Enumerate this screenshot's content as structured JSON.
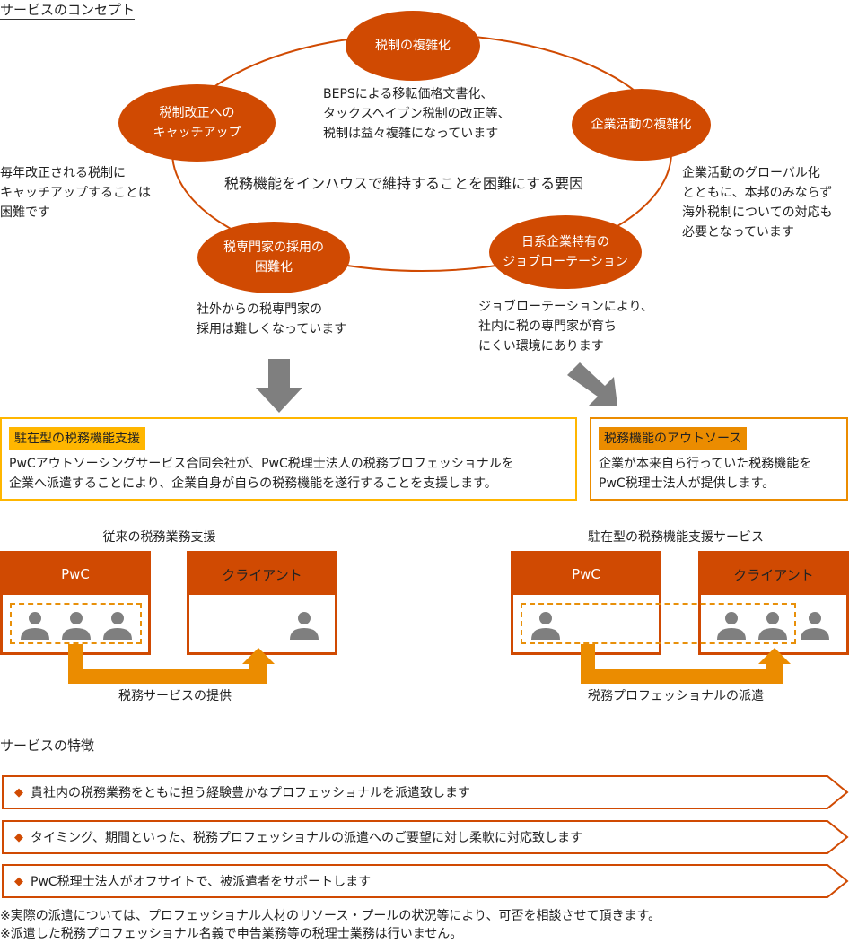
{
  "concept": {
    "heading": "サービスのコンセプト",
    "center_label": "税務機能をインハウスで維持することを困難にする要因",
    "factors": [
      {
        "label": "税制の複雑化",
        "description": "BEPSによる移転価格文書化、\nタックスヘイブン税制の改正等、\n税制は益々複雑になっています"
      },
      {
        "label": "企業活動の複雑化",
        "description": "企業活動のグローバル化\nとともに、本邦のみならず\n海外税制についての対応も\n必要となっています"
      },
      {
        "label": "日系企業特有の\nジョブローテーション",
        "description": "ジョブローテーションにより、\n社内に税の専門家が育ち\nにくい環境にあります"
      },
      {
        "label": "税専門家の採用の\n困難化",
        "description": "社外からの税専門家の\n採用は難しくなっています"
      },
      {
        "label": "税制改正への\nキャッチアップ",
        "description": "毎年改正される税制に\nキャッチアップすることは\n困難です"
      }
    ]
  },
  "solutions": [
    {
      "tag": "駐在型の税務機能支援",
      "body": "PwCアウトソーシングサービス合同会社が、PwC税理士法人の税務プロフェッショナルを\n企業へ派遣することにより、企業自身が自らの税務機能を遂行することを支援します。",
      "tag_color": "#ffb600",
      "border_color": "#ffb600"
    },
    {
      "tag": "税務機能のアウトソース",
      "body": "企業が本来自ら行っていた税務機能を\nPwC税理士法人が提供します。",
      "tag_color": "#eb8c00",
      "border_color": "#eb8c00"
    }
  ],
  "comparison": {
    "left": {
      "title": "従来の税務業務支援",
      "pwc_label": "PwC",
      "client_label": "クライアント",
      "flow_caption": "税務サービスの提供"
    },
    "right": {
      "title": "駐在型の税務機能支援サービス",
      "pwc_label": "PwC",
      "client_label": "クライアント",
      "flow_caption": "税務プロフェッショナルの派遣"
    }
  },
  "features": {
    "heading": "サービスの特徴",
    "bullet_icon": "diamond-icon",
    "items": [
      "貴社内の税務業務をともに担う経験豊かなプロフェッショナルを派遣致します",
      "タイミング、期間といった、税務プロフェッショナルの派遣へのご要望に対し柔軟に対応致します",
      "PwC税理士法人がオフサイトで、被派遣者をサポートします"
    ],
    "notes": [
      "※実際の派遣については、プロフェッショナル人材のリソース・プールの状況等により、可否を相談させて頂きます。",
      "※派遣した税務プロフェッショナル名義で申告業務等の税理士業務は行いません。"
    ]
  },
  "colors": {
    "brand_orange": "#d04a02",
    "accent_yellow": "#ffb600",
    "accent_orange": "#eb8c00",
    "arrow_gray": "#7f7f7f",
    "person_gray": "#7f7f7f"
  }
}
